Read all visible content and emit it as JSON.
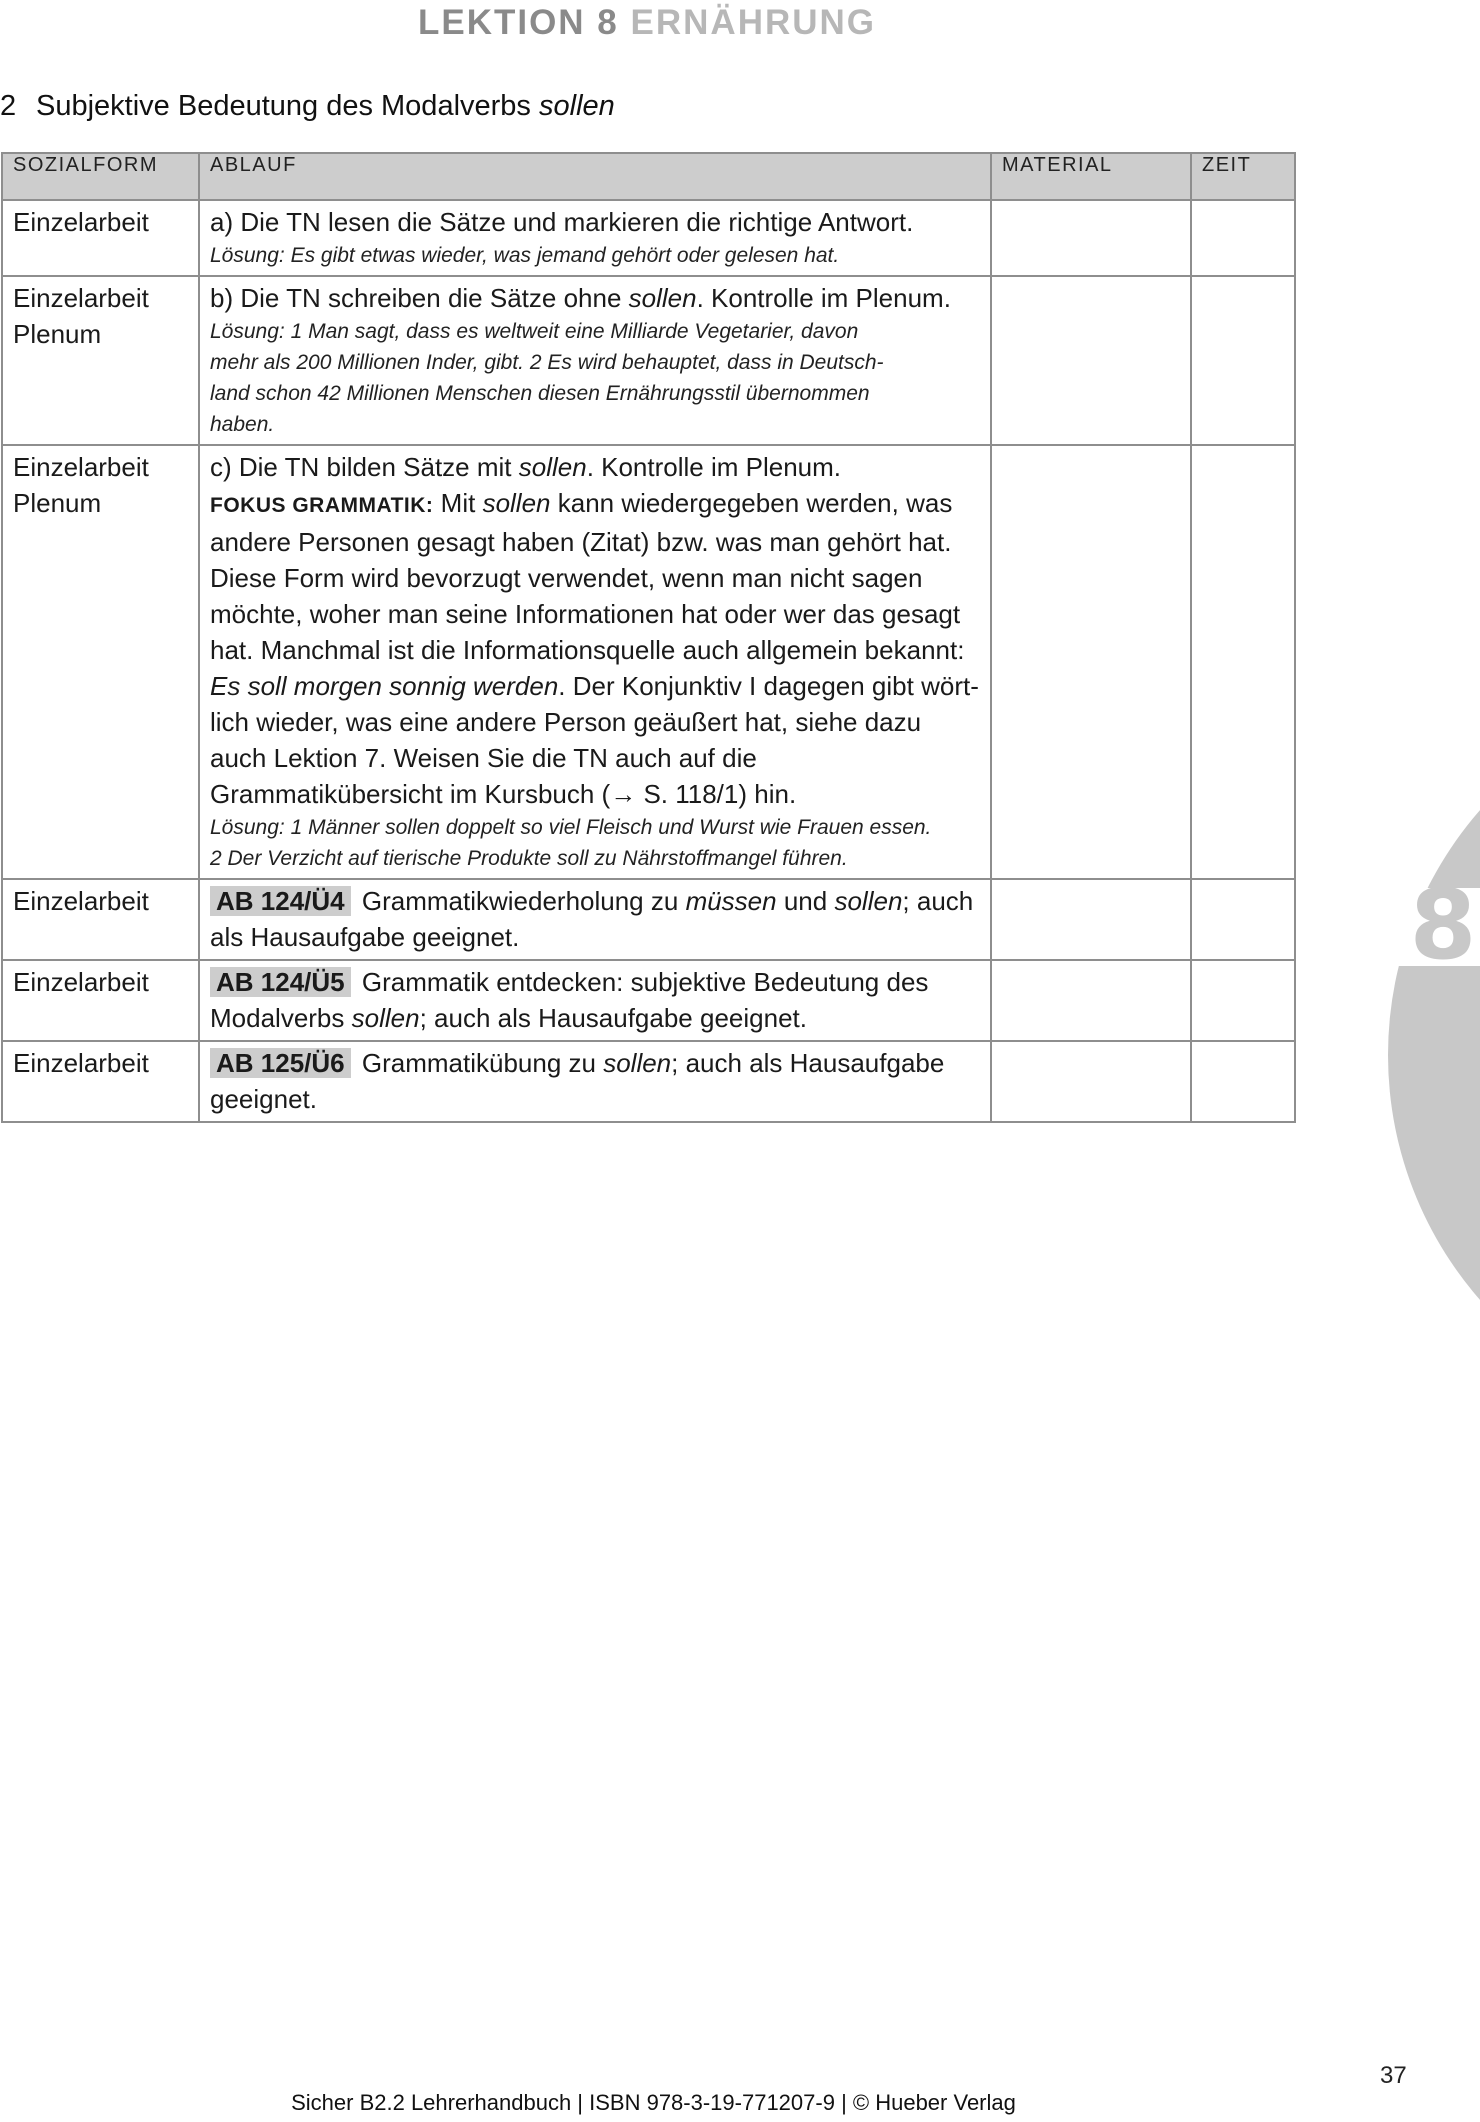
{
  "header": {
    "lesson": "LEKTION 8",
    "topic": "ERNÄHRUNG"
  },
  "section": {
    "number": "2",
    "title_prefix": "Subjektive Bedeutung des Modalverbs",
    "title_italic": "sollen"
  },
  "table": {
    "columns": [
      "SOZIALFORM",
      "ABLAUF",
      "MATERIAL",
      "ZEIT"
    ],
    "rows": [
      {
        "sozialform": [
          "Einzelarbeit"
        ],
        "task": "a) Die TN lesen die Sätze und markieren die richtige Antwort.",
        "solution": "Lösung: Es gibt etwas wieder, was jemand gehört oder gelesen hat."
      },
      {
        "sozialform": [
          "Einzelarbeit",
          "Plenum"
        ],
        "task_pre": "b) Die TN schreiben die Sätze ohne",
        "task_italic": "sollen",
        "task_post": ". Kontrolle im Plenum.",
        "solution_lines": [
          "Lösung: 1 Man sagt, dass es weltweit eine Milliarde Vegetarier, davon",
          "mehr als 200 Millionen Inder, gibt. 2 Es wird behauptet, dass in Deutsch-",
          "land schon 42 Millionen Menschen diesen Ernährungsstil übernommen",
          "haben."
        ]
      },
      {
        "sozialform": [
          "Einzelarbeit",
          "Plenum"
        ],
        "task_pre": "c) Die TN bilden Sätze mit",
        "task_italic": "sollen",
        "task_post": ". Kontrolle im Plenum.",
        "fokus_label": "FOKUS GRAMMATIK:",
        "fokus_pre": "Mit",
        "fokus_italic": "sollen",
        "fokus_text": "kann wiedergegeben werden, was andere Personen gesagt haben (Zitat) bzw. was man gehört hat. Diese Form wird bevorzugt verwendet, wenn man nicht sagen möchte, woher man seine Informationen hat oder wer das gesagt hat. Manchmal ist die Informationsquelle auch allgemein bekannt:",
        "example_italic": "Es soll morgen sonnig werden",
        "after_example": ". Der Konjunktiv I dagegen gibt wört-lich wieder, was eine andere Person geäußert hat, siehe dazu auch Lektion 7. Weisen Sie die TN auch auf die Grammatikübersicht im Kursbuch (→ S. 118/1) hin.",
        "solution_lines": [
          "Lösung: 1 Männer sollen doppelt so viel Fleisch und Wurst wie Frauen essen.",
          "2 Der Verzicht auf tierische Produkte soll zu Nährstoffmangel führen."
        ]
      },
      {
        "sozialform": [
          "Einzelarbeit"
        ],
        "badge": "AB 124/Ü4",
        "text_pre": "Grammatikwiederholung zu",
        "italic1": "müssen",
        "mid": "und",
        "italic2": "sollen",
        "text_post": "; auch als Hausaufgabe geeignet."
      },
      {
        "sozialform": [
          "Einzelarbeit"
        ],
        "badge": "AB 124/Ü5",
        "text_pre": "Grammatik entdecken: subjektive Bedeutung des Modalverbs",
        "italic1": "sollen",
        "text_post": "; auch als Hausaufgabe geeignet."
      },
      {
        "sozialform": [
          "Einzelarbeit"
        ],
        "badge": "AB 125/Ü6",
        "text_pre": "Grammatikübung zu",
        "italic1": "sollen",
        "text_post": "; auch als Hausaufgabe geeignet."
      }
    ]
  },
  "tab_marker": {
    "label": "8",
    "color": "#c8c8c8",
    "icon": "chapter-tab-semicircle"
  },
  "page_number": "37",
  "footer": "Sicher B2.2 Lehrerhandbuch | ISBN 978-3-19-771207-9 | © Hueber Verlag"
}
